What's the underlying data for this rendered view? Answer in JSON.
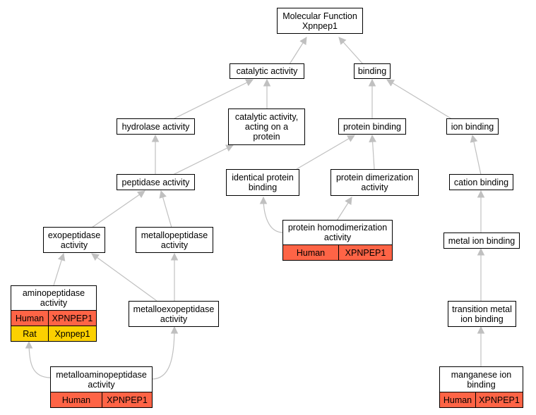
{
  "colors": {
    "human": "#fe6446",
    "rat": "#fcd100",
    "edge": "#c0c0c0"
  },
  "nodes": {
    "mf": {
      "label": "Molecular Function\nXpnpep1"
    },
    "catalytic": {
      "label": "catalytic activity"
    },
    "binding": {
      "label": "binding"
    },
    "hydrolase": {
      "label": "hydrolase activity"
    },
    "cat_prot": {
      "label": "catalytic activity,\nacting on a\nprotein"
    },
    "prot_bind": {
      "label": "protein binding"
    },
    "ion_bind": {
      "label": "ion binding"
    },
    "peptidase": {
      "label": "peptidase activity"
    },
    "identical": {
      "label": "identical protein\nbinding"
    },
    "dimer": {
      "label": "protein dimerization\nactivity"
    },
    "cation": {
      "label": "cation binding"
    },
    "exopep": {
      "label": "exopeptidase\nactivity"
    },
    "metallopep": {
      "label": "metallopeptidase\nactivity"
    },
    "homodimer": {
      "label": "protein homodimerization\nactivity",
      "annotations": [
        {
          "species": "Human",
          "gene": "XPNPEP1"
        }
      ]
    },
    "metal_ion": {
      "label": "metal ion binding"
    },
    "aminopep": {
      "label": "aminopeptidase\nactivity",
      "annotations": [
        {
          "species": "Human",
          "gene": "XPNPEP1"
        },
        {
          "species": "Rat",
          "gene": "Xpnpep1"
        }
      ]
    },
    "metalloexo": {
      "label": "metalloexopeptidase\nactivity"
    },
    "transition": {
      "label": "transition metal\nion binding"
    },
    "metalloamino": {
      "label": "metalloaminopeptidase\nactivity",
      "annotations": [
        {
          "species": "Human",
          "gene": "XPNPEP1"
        }
      ]
    },
    "manganese": {
      "label": "manganese ion\nbinding",
      "annotations": [
        {
          "species": "Human",
          "gene": "XPNPEP1"
        }
      ]
    }
  }
}
